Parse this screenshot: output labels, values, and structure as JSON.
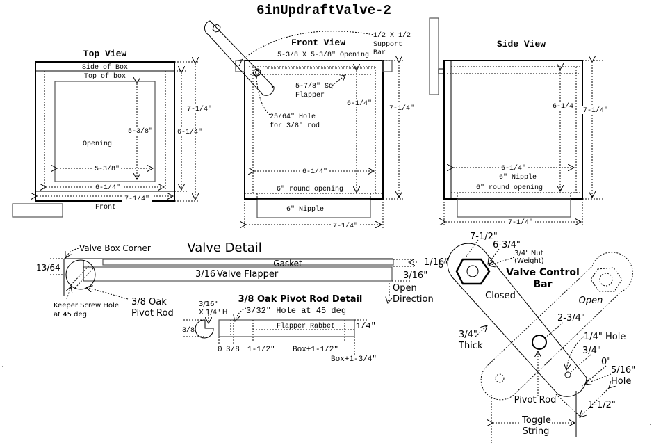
{
  "title": "6inUpdraftValve-2",
  "top_view": {
    "heading": "Top View",
    "side_of_box": "Side of Box",
    "top_of_box": "Top of box",
    "opening": "Opening",
    "dim_opening_h": "5-3/8\"",
    "dim_opening_w": "5-3/8\"",
    "dim_inner_w": "6-1/4\"",
    "dim_outer_w": "7-1/4\"",
    "dim_inner_h": "6-1/4\"",
    "dim_outer_h": "7-1/4\"",
    "front": "Front"
  },
  "front_view": {
    "heading": "Front View",
    "opening_label": "5-3/8 X 5-3/8\" Opening",
    "support_bar": [
      "1/2 X 1/2",
      "Support",
      "Bar"
    ],
    "flapper": [
      "5-7/8\" Sq",
      "Flapper"
    ],
    "hole": [
      "25/64\" Hole",
      "for 3/8\" rod"
    ],
    "dim_inner_h": "6-1/4\"",
    "dim_outer_h": "7-1/4\"",
    "dim_inner_w": "6-1/4\"",
    "round_opening": "6\" round opening",
    "nipple": "6\" Nipple",
    "dim_outer_w": "7-1/4\""
  },
  "side_view": {
    "heading": "Side View",
    "dim_inner_h": "6-1/4",
    "dim_outer_h": "7-1/4\"",
    "dim_inner_w": "6-1/4\"",
    "nipple": "6\" Nipple",
    "round_opening": "6\" round opening",
    "dim_outer_w": "7-1/4\""
  },
  "valve_detail": {
    "heading": "Valve Detail",
    "box_corner": "Valve Box Corner",
    "dim_corner": "13/64",
    "gasket": "Gasket",
    "flapper_thickness": "3/16",
    "flapper": "Valve Flapper",
    "dim_gasket": "1/16\"",
    "dim_flapper": "3/16\"",
    "open_direction": [
      "Open",
      "Direction"
    ],
    "keeper": [
      "Keeper Screw Hole",
      "at 45 deg"
    ],
    "pivot": [
      "3/8 Oak",
      "Pivot Rod"
    ]
  },
  "pivot_rod_detail": {
    "heading": "3/8 Oak Pivot Rod Detail",
    "notch": [
      "3/16\"",
      "X 1/4\" H"
    ],
    "hole": "3/32\" Hole at 45 deg",
    "diameter": "3/8",
    "rabbet": "Flapper Rabbet",
    "height": "1/4\"",
    "ticks": [
      "0",
      "3/8",
      "1-1/2\"",
      "Box+1-1/2\"",
      "Box+1-3/4\""
    ]
  },
  "control_bar": {
    "heading": [
      "Valve Control",
      "Bar"
    ],
    "dims": [
      "7-1/2\"",
      "6-3/4\"",
      "6\"",
      "2-3/4\"",
      "3/4\"",
      "0\"",
      "1-1/2\""
    ],
    "nut": [
      "3/4\" Nut",
      "(Weight)"
    ],
    "closed": "Closed",
    "open": "Open",
    "thick": [
      "3/4\"",
      "Thick"
    ],
    "quarter_hole": "1/4\" Hole",
    "hole_516": [
      "5/16\"",
      "Hole"
    ],
    "pivot_rod": "Pivot Rod",
    "toggle": [
      "Toggle",
      "String"
    ]
  }
}
